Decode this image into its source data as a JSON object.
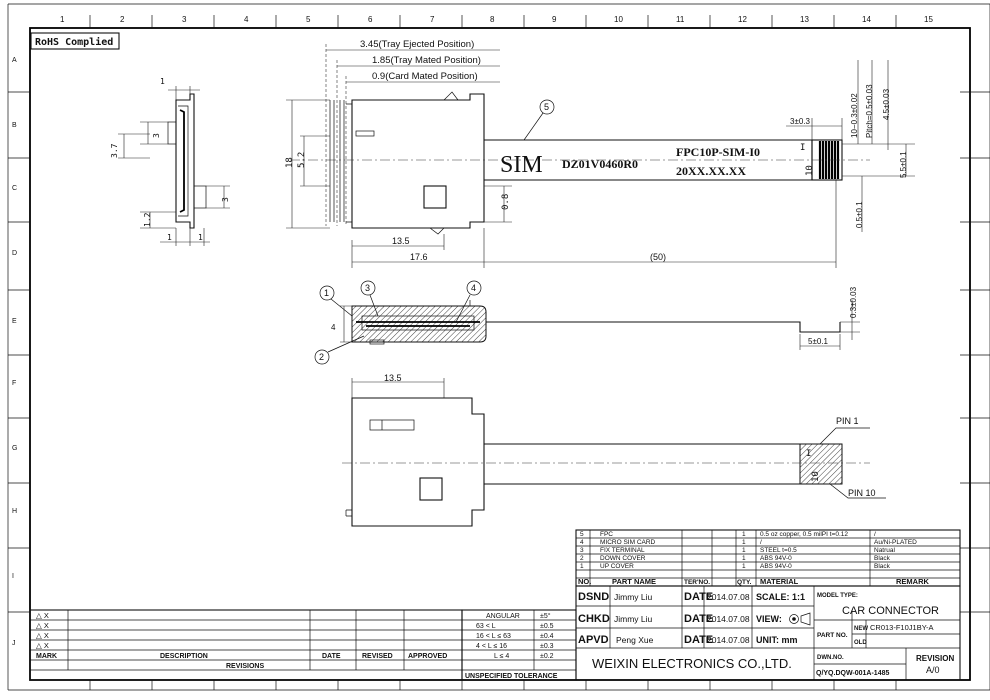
{
  "grid": {
    "columns": [
      "1",
      "2",
      "3",
      "4",
      "5",
      "6",
      "7",
      "8",
      "9",
      "10",
      "11",
      "12",
      "13",
      "14",
      "15"
    ],
    "rows": [
      "A",
      "B",
      "C",
      "D",
      "E",
      "F",
      "G",
      "H",
      "I",
      "J"
    ]
  },
  "rohs_label": "RoHS Complied",
  "dims": {
    "tray_ejected": "3.45(Tray Ejected Position)",
    "tray_mated": "1.85(Tray Mated Position)",
    "card_mated": "0.9(Card Mated Position)",
    "d_1a": "1",
    "d_3": "3",
    "d_3_7": "3.7",
    "d_3b": "3",
    "d_1_2": "1.2",
    "d_1b": "1",
    "d_1c": "1",
    "d_18": "18",
    "d_5_2": "5.2",
    "d_0_8": "0.8",
    "d_13_5_top": "13.5",
    "d_17_6": "17.6",
    "d_50": "(50)",
    "d_3_0_3": "3±0.3",
    "d_10_pitch": "10−0.3±0.02",
    "d_pitch": "Pitch=0.5±0.03",
    "d_4_5": "4.5±0.03",
    "d_5_5": "5.5±0.1",
    "d_0_5": "0.5±0.1",
    "d_0_3": "0.3±0.03",
    "d_4": "4",
    "d_5_0_1": "5±0.1",
    "d_13_5_bottom": "13.5"
  },
  "fpc_text": {
    "sim": "SIM",
    "code": "DZ01V0460R0",
    "part": "FPC10P-SIM-I0",
    "date": "20XX.XX.XX",
    "pin_i": "I",
    "pin_10": "10",
    "pin_i_b": "I",
    "pin_10_b": "10"
  },
  "balloons": {
    "b5": "5",
    "b1": "1",
    "b3": "3",
    "b4": "4",
    "b2": "2"
  },
  "pin_labels": {
    "pin1": "PIN 1",
    "pin10": "PIN 10"
  },
  "bom": [
    {
      "no": "5",
      "name": "FPC",
      "qty": "1",
      "material": "0.5 oz copper, 0.5 milPI t=0.12",
      "remark": "/"
    },
    {
      "no": "4",
      "name": "MICRO SIM CARD",
      "qty": "1",
      "material": "/",
      "remark": "Au/Ni-PLATED"
    },
    {
      "no": "3",
      "name": "FIX TERMINAL",
      "qty": "1",
      "material": "STEEL  t=0.5",
      "remark": "Natrual"
    },
    {
      "no": "2",
      "name": "DOWN COVER",
      "qty": "1",
      "material": "ABS  94V-0",
      "remark": "Black"
    },
    {
      "no": "1",
      "name": "UP COVER",
      "qty": "1",
      "material": "ABS  94V-0",
      "remark": "Black"
    }
  ],
  "bom_header": {
    "no": "NO.",
    "name": "PART  NAME",
    "terno": "TER'NO.",
    "qty": "QTY.",
    "material": "MATERIAL",
    "remark": "REMARK"
  },
  "title_block": {
    "dsnd": "DSND",
    "dsnd_name": "Jimmy Liu",
    "date1": "DATE",
    "date1_val": "2014.07.08",
    "chkd": "CHKD",
    "chkd_name": "Jimmy Liu",
    "date2": "DATE",
    "date2_val": "2014.07.08",
    "apvd": "APVD",
    "apvd_name": "Peng Xue",
    "date3": "DATE",
    "date3_val": "2014.07.08",
    "scale": "SCALE: 1:1",
    "view": "VIEW:",
    "unit": "UNIT:  mm",
    "model_type_label": "MODEL TYPE:",
    "model_type": "CAR CONNECTOR",
    "part_no": "PART NO.",
    "new": "NEW",
    "old": "OLD",
    "part_no_new": "CR013-F10J1BY-A",
    "company": "WEIXIN ELECTRONICS CO.,LTD.",
    "dwn_no_label": "DWN.NO.",
    "dwn_no": "Q/YQ.DQW-001A-1485",
    "revision_label": "REVISION",
    "revision": "A/0"
  },
  "tolerance": {
    "rows": [
      {
        "label": "ANGULAR",
        "val": "±5°"
      },
      {
        "label": "63 <  L",
        "val": "±0.5"
      },
      {
        "label": "16 <  L  ≤  63",
        "val": "±0.4"
      },
      {
        "label": "4  <  L  ≤  16",
        "val": "±0.3"
      },
      {
        "label": "L  ≤  4",
        "val": "±0.2"
      }
    ],
    "footer": "UNSPECIFIED  TOLERANCE"
  },
  "revisions": {
    "marks": [
      "△ X",
      "△ X",
      "△ X",
      "△ X"
    ],
    "mark": "MARK",
    "description": "DESCRIPTION",
    "date": "DATE",
    "revised": "REVISED",
    "approved": "APPROVED",
    "title": "REVISIONS"
  }
}
